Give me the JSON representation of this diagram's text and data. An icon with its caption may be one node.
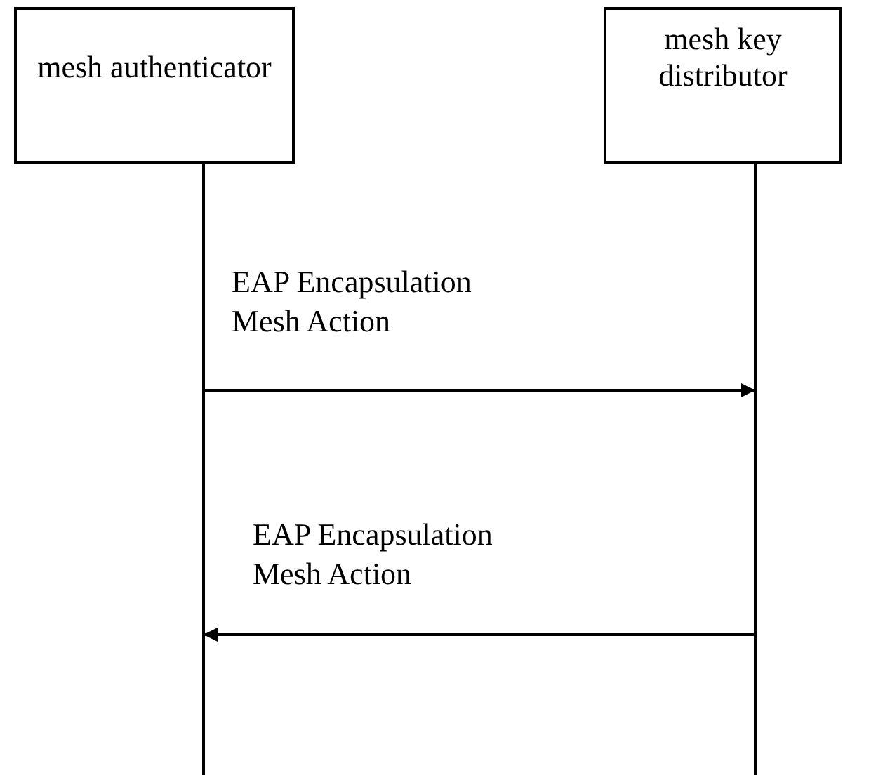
{
  "diagram": {
    "nodes": [
      {
        "text": [
          "mesh authenticator"
        ]
      },
      {
        "text": [
          "mesh key distributor"
        ]
      }
    ],
    "edges": [
      {
        "from": 0,
        "to": 1,
        "arrow": "to",
        "label": "EAP Encapsulation Mesh Action"
      },
      {
        "from": 1,
        "to": 0,
        "arrow": "to",
        "label": "EAP Encapsulation Mesh Action"
      }
    ]
  }
}
